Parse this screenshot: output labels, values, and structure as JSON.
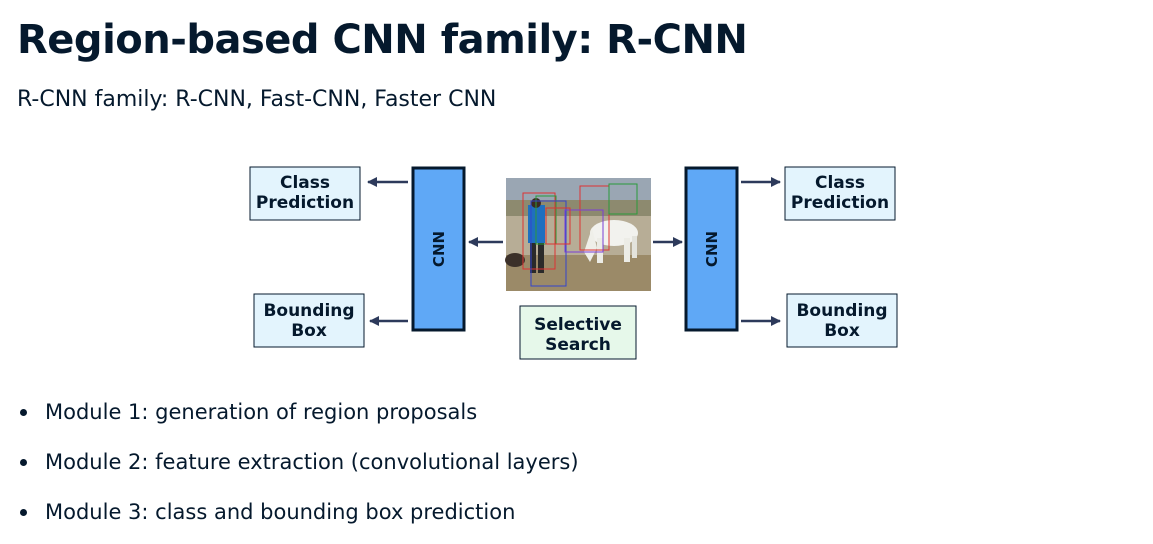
{
  "header": {
    "title": "Region-based CNN family: R-CNN",
    "subtitle": "R-CNN family: R-CNN, Fast-CNN, Faster CNN"
  },
  "diagram": {
    "left": {
      "class_prediction": [
        "Class",
        "Prediction"
      ],
      "bounding_box": [
        "Bounding",
        "Box"
      ],
      "cnn_label": "CNN"
    },
    "right": {
      "class_prediction": [
        "Class",
        "Prediction"
      ],
      "bounding_box": [
        "Bounding",
        "Box"
      ],
      "cnn_label": "CNN"
    },
    "selective_search": [
      "Selective",
      "Search"
    ],
    "colors": {
      "output_box_fill": "#e3f4fd",
      "cnn_fill": "#5fa8f6",
      "search_fill": "#e6f8ea",
      "arrow": "#2d3a5b",
      "outline": "#05192d"
    }
  },
  "bullets": [
    "Module 1: generation of region proposals",
    "Module 2: feature extraction (convolutional layers)",
    "Module 3: class and bounding box prediction"
  ]
}
